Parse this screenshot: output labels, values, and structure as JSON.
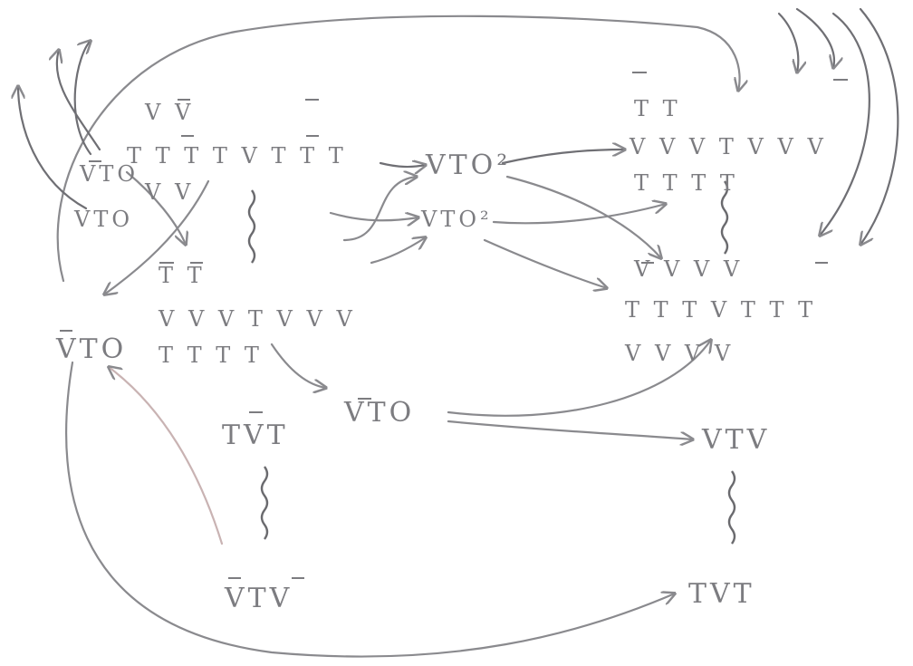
{
  "nodes": {
    "vto_a": "VTO",
    "vto_b": "VTO",
    "vto_c": "VTO",
    "vto_sq_a": "VTO²",
    "vto_sq_b": "VTO²",
    "vto_center": "VTO",
    "vtv_right": "VTV",
    "tvt_right": "TVT",
    "vtv_bottom": "VTV",
    "tvt_center": "TVT"
  },
  "grids": {
    "left_top": [
      "V V",
      "T T T T V T T T",
      "V V",
      "T T"
    ],
    "left_mid": [
      "V V V T V V V",
      "T T T T"
    ],
    "right_top": [
      "T T",
      "V V V T V V V",
      "T T T T"
    ],
    "right_mid": [
      "V V V V",
      "T T T V T T T",
      "V V V V"
    ]
  }
}
